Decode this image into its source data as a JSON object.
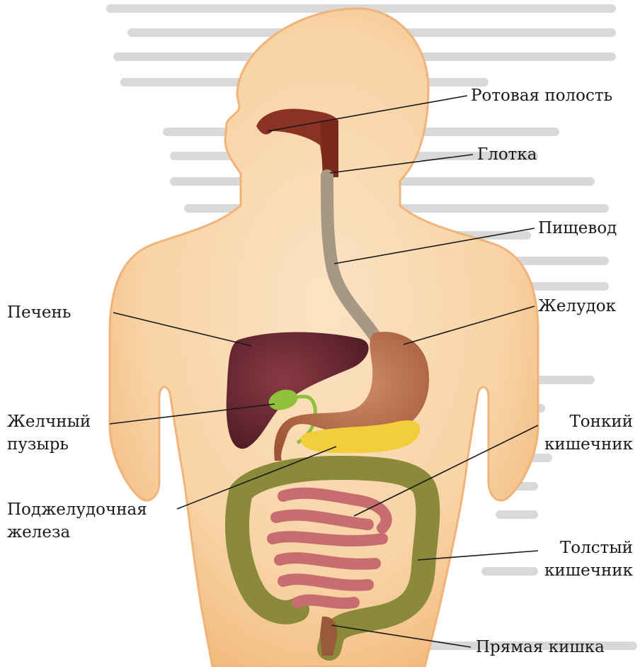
{
  "labels": {
    "mouth": "Ротовая полость",
    "pharynx": "Глотка",
    "esophagus": "Пищевод",
    "liver": "Печень",
    "stomach": "Желудок",
    "gallbladder_1": "Желчный",
    "gallbladder_2": "пузырь",
    "small_intestine_1": "Тонкий",
    "small_intestine_2": "кишечник",
    "pancreas_1": "Поджелудочная",
    "pancreas_2": "железа",
    "large_intestine_1": "Толстый",
    "large_intestine_2": "кишечник",
    "rectum": "Прямая кишка"
  },
  "colors": {
    "body": "#f7d3a6",
    "body_edge": "#f0b878",
    "liver": "#6b2a34",
    "stomach": "#b56a4a",
    "gallbladder": "#8fc23a",
    "pancreas": "#f2cf3a",
    "small_intestine": "#c86d6f",
    "large_intestine": "#8a8a3a",
    "mouth": "#8a3324",
    "esophagus": "#a69884"
  }
}
